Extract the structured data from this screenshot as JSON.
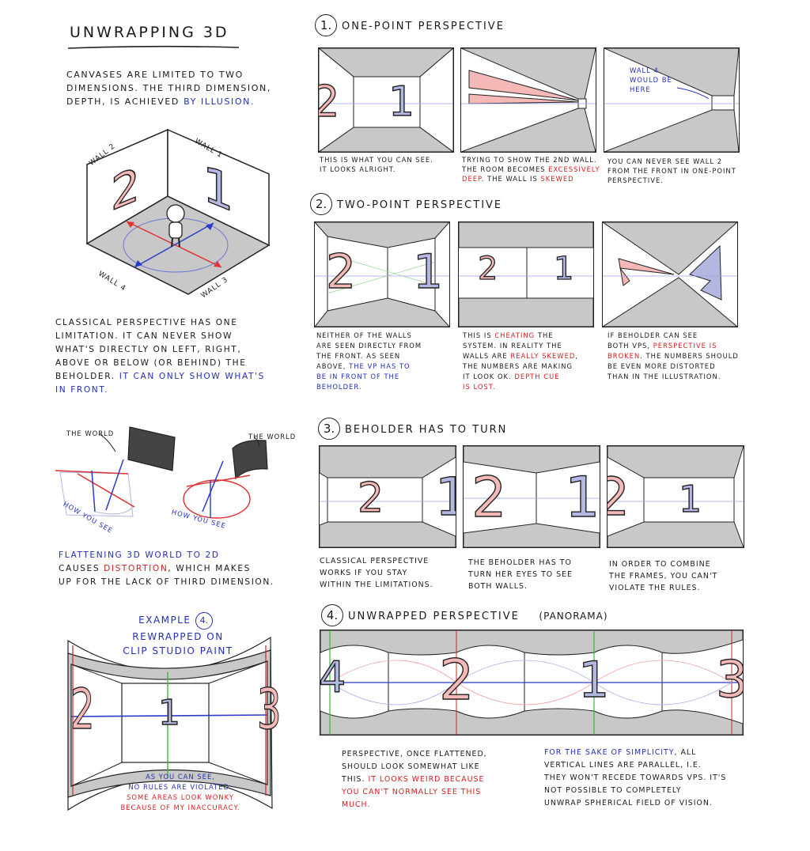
{
  "title": "Unwrapping 3D",
  "intro": {
    "line1": "Canvases are limited to two",
    "line2": "dimensions. The third dimension,",
    "line3a": "depth, is achieved ",
    "line3b": "by illusion."
  },
  "cube_labels": {
    "wall1": "Wall 1",
    "wall2": "Wall 2",
    "wall3": "Wall 3",
    "wall4": "Wall 4",
    "num1": "1",
    "num2": "2"
  },
  "classical": {
    "l1": "Classical perspective has one",
    "l2": "limitation. It can never show",
    "l3": "what's directly on left, right,",
    "l4": "above or below (or behind) the",
    "l5": "beholder.",
    "l5b": " It can only show what's",
    "l6": "in front."
  },
  "world": {
    "label1": "The world",
    "label2": "The world",
    "see1": "How you see",
    "see2": "How you see"
  },
  "flatten": {
    "l1": "Flattening 3D world to 2D",
    "l2a": "causes ",
    "l2b": "distortion",
    "l2c": ", which makes",
    "l3": "up for the lack of third dimension."
  },
  "example": {
    "l1": "Example",
    "num": "4.",
    "l2": "rewrapped on",
    "l3": "Clip Studio Paint",
    "note1": "As you can see,",
    "note2": "no rules are violated.",
    "note3": "Some areas look wonky",
    "note4": "because of my inaccuracy.",
    "n2": "2",
    "n1": "1",
    "n3": "3"
  },
  "sections": {
    "s1": {
      "num": "1.",
      "title": "One-point perspective"
    },
    "s2": {
      "num": "2.",
      "title": "Two-point perspective"
    },
    "s3": {
      "num": "3.",
      "title": "Beholder has to turn"
    },
    "s4": {
      "num": "4.",
      "title": "Unwrapped perspective",
      "paren": "(panorama)"
    }
  },
  "s1_caps": {
    "a1": "This is what you can see.",
    "a2": "It looks alright.",
    "b1": "Trying to show the 2nd wall.",
    "b2": "The room becomes ",
    "b2r": "excessively",
    "b3r": "deep",
    "b3": ". The wall is ",
    "b3r2": "skewed",
    "c1": "You can never see wall 2",
    "c2": "from the front in one-point",
    "c3": "perspective.",
    "wall4_1": "Wall 4",
    "wall4_2": "would be",
    "wall4_3": "here"
  },
  "s2_caps": {
    "a1": "Neither of the walls",
    "a2": "are seen directly from",
    "a3": "the front. As seen",
    "a4": "above, ",
    "a4b": "the VP has to",
    "a5": "be in front of the",
    "a6": "beholder.",
    "b1": "This is ",
    "b1r": "cheating",
    "b1b": " the",
    "b2": "system. In reality the",
    "b3": "walls are ",
    "b3r": "really skewed",
    "b3b": ",",
    "b4": "the numbers are making",
    "b5": "it look ok. ",
    "b5r": "Depth cue",
    "b6r": "is lost.",
    "c1": "If beholder can see",
    "c2": "both VPs, ",
    "c2r": "perspective is",
    "c3r": "broken",
    "c3": ". The numbers should",
    "c4": "be even more distorted",
    "c5": "than in the illustration."
  },
  "s3_caps": {
    "a1": "Classical perspective",
    "a2": "works if you stay",
    "a3": "within the limitations.",
    "b1": "The beholder has to",
    "b2": "turn her eyes to see",
    "b3": "both walls.",
    "c1": "In order to combine",
    "c2": "the frames, you can't",
    "c3": "violate the rules."
  },
  "s4_caps": {
    "a1": "Perspective, once flattened,",
    "a2": "should look somewhat like",
    "a3": "this. ",
    "a3r": "It looks weird because",
    "a4r": "you can't normally see this",
    "a5r": "much.",
    "b1": "For the sake of simplicity",
    "b1b": ", all",
    "b2": "vertical lines are parallel, i.e.",
    "b3": "they won't recede towards VPs. It's",
    "b4": "not possible to completely",
    "b5": "unwrap spherical field of vision."
  },
  "numbers": {
    "one": "1",
    "two": "2",
    "three": "3",
    "four": "4"
  },
  "colors": {
    "red_fill": "#f4b8b6",
    "blue_fill": "#b3b8e2",
    "gray": "#c8c8c8",
    "ink": "#222222",
    "red_text": "#d42020",
    "blue_text": "#2230b8"
  }
}
